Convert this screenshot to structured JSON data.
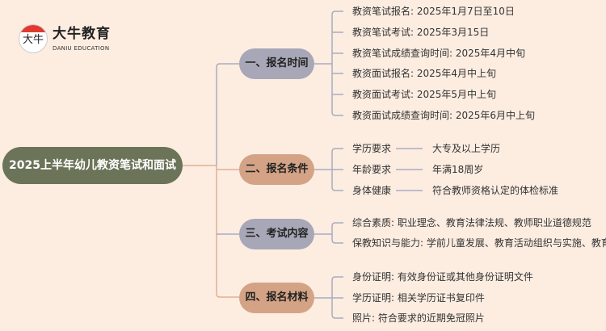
{
  "logo": {
    "title": "大牛教育",
    "subtitle": "DANIU EDUCATION",
    "mark": "大牛"
  },
  "root": "2025上半年幼儿教资笔试和面试",
  "categories": [
    {
      "label": "一、报名时间",
      "items": [
        "教资笔试报名: 2025年1月7日至10日",
        "教资笔试考试: 2025年3月15日",
        "教资笔试成绩查询时间: 2025年4月中旬",
        "教资面试报名: 2025年4月中上旬",
        "教资面试考试: 2025年5月中上旬",
        "教资面试成绩查询时间: 2025年6月中上旬"
      ]
    },
    {
      "label": "二、报名条件",
      "items": [
        {
          "key": "学历要求",
          "value": "大专及以上学历"
        },
        {
          "key": "年龄要求",
          "value": "年满18周岁"
        },
        {
          "key": "身体健康",
          "value": "符合教师资格认定的体检标准"
        }
      ]
    },
    {
      "label": "三、考试内容",
      "items": [
        "综合素质: 职业理念、教育法律法规、教师职业道德规范",
        "保教知识与能力: 学前儿童发展、教育活动组织与实施、教育评价"
      ]
    },
    {
      "label": "四、报名材料",
      "items": [
        "身份证明: 有效身份证或其他身份证明文件",
        "学历证明: 相关学历证书复印件",
        "照片: 符合要求的近期免冠照片"
      ]
    }
  ],
  "colors": {
    "background": "#fdede1",
    "root": "#6b7458",
    "node_grey": "#a8a7b7",
    "node_tan": "#d4a386",
    "line_grey": "#a9abc0",
    "line_tan": "#dfb194"
  }
}
